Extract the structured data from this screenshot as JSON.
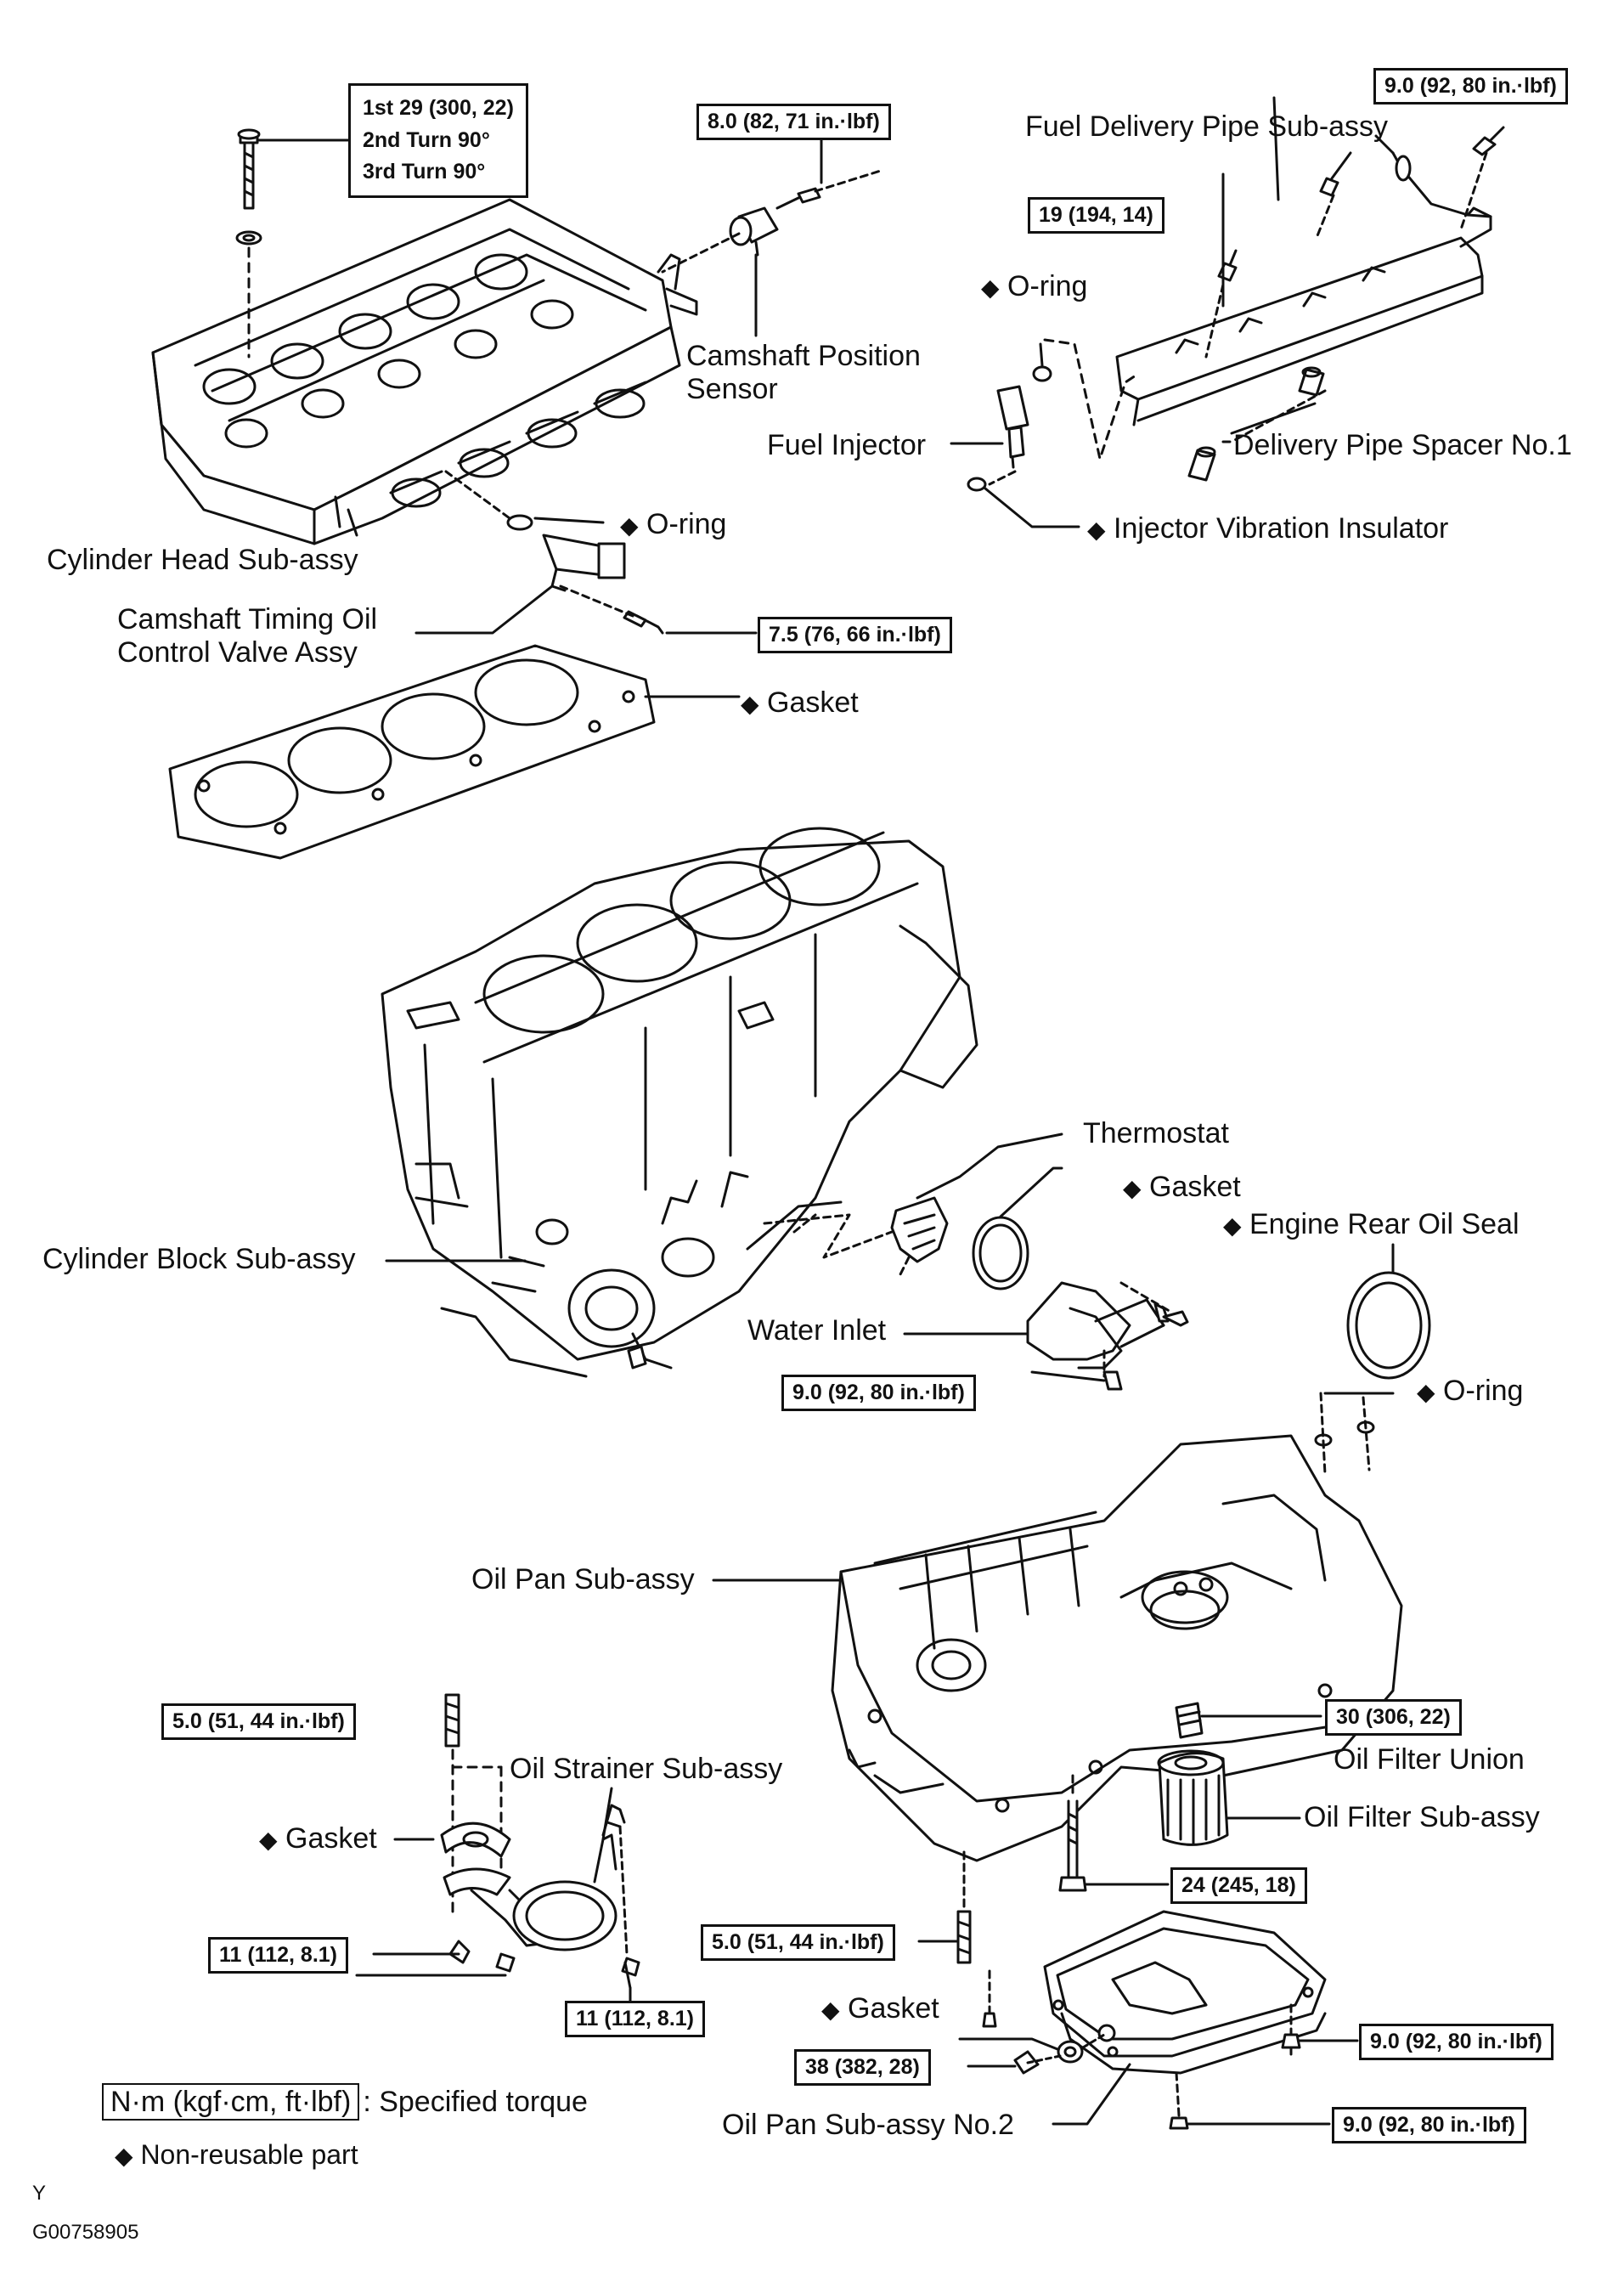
{
  "torque_specs": {
    "head_bolt": [
      "1st 29 (300, 22)",
      "2nd Turn 90°",
      "3rd Turn 90°"
    ],
    "cam_sensor_bolt": "8.0 (82, 71 in.·lbf)",
    "fuel_pipe_upper": "9.0 (92, 80 in.·lbf)",
    "delivery_pipe_bolt": "19 (194, 14)",
    "ocv_bolt": "7.5 (76, 66 in.·lbf)",
    "water_inlet_nut": "9.0 (92, 80 in.·lbf)",
    "oil_pan_stud": "5.0 (51, 44 in.·lbf)",
    "oil_filter_union": "30 (306, 22)",
    "strainer_stud": "5.0 (51, 44 in.·lbf)",
    "oil_pan_bolt": "24 (245, 18)",
    "strainer_nut": "11 (112, 8.1)",
    "strainer_bolt": "11 (112, 8.1)",
    "pan2_bolt": "9.0 (92, 80 in.·lbf)",
    "drain_plug": "38 (382, 28)",
    "pan2_nut": "9.0 (92, 80 in.·lbf)"
  },
  "parts": {
    "fuel_delivery_pipe": "Fuel Delivery Pipe Sub-assy",
    "o_ring": "O-ring",
    "cam_position_sensor_1": "Camshaft Position",
    "cam_position_sensor_2": "Sensor",
    "fuel_injector": "Fuel Injector",
    "delivery_pipe_spacer": "Delivery Pipe Spacer No.1",
    "injector_insulator": "Injector Vibration Insulator",
    "cylinder_head": "Cylinder Head Sub-assy",
    "ocv_1": "Camshaft Timing Oil",
    "ocv_2": "Control Valve Assy",
    "gasket": "Gasket",
    "thermostat": "Thermostat",
    "engine_rear_oil_seal": "Engine Rear Oil Seal",
    "cylinder_block": "Cylinder Block Sub-assy",
    "water_inlet": "Water Inlet",
    "oil_pan": "Oil Pan Sub-assy",
    "oil_filter_union": "Oil Filter Union",
    "oil_strainer": "Oil Strainer Sub-assy",
    "oil_filter": "Oil Filter Sub-assy",
    "oil_pan_no2": "Oil Pan Sub-assy No.2"
  },
  "legend": {
    "unit_box": "N·m (kgf·cm, ft·lbf)",
    "unit_text": ": Specified torque",
    "non_reusable": "Non-reusable part",
    "marker": "◆"
  },
  "footer": {
    "letter": "Y",
    "figure_id": "G00758905"
  }
}
